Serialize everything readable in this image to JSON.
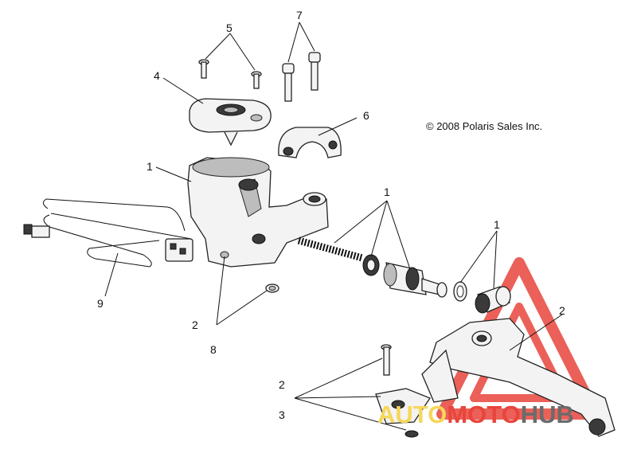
{
  "copyright": "© 2008 Polaris Sales Inc.",
  "callouts": {
    "c1_reservoir": "1",
    "c1_piston": "1",
    "c1_bushing": "1",
    "c2_left": "2",
    "c2_right": "2",
    "c2_bottom": "2",
    "c3": "3",
    "c4": "4",
    "c5": "5",
    "c6": "6",
    "c7": "7",
    "c8": "8",
    "c9": "9"
  },
  "watermark": {
    "part1": "AUTO",
    "part2": "MOTO",
    "part3": "HUB",
    "colors": {
      "yellow": "#f6d75a",
      "red": "#e8453c",
      "gray": "#6b6b6b"
    }
  }
}
